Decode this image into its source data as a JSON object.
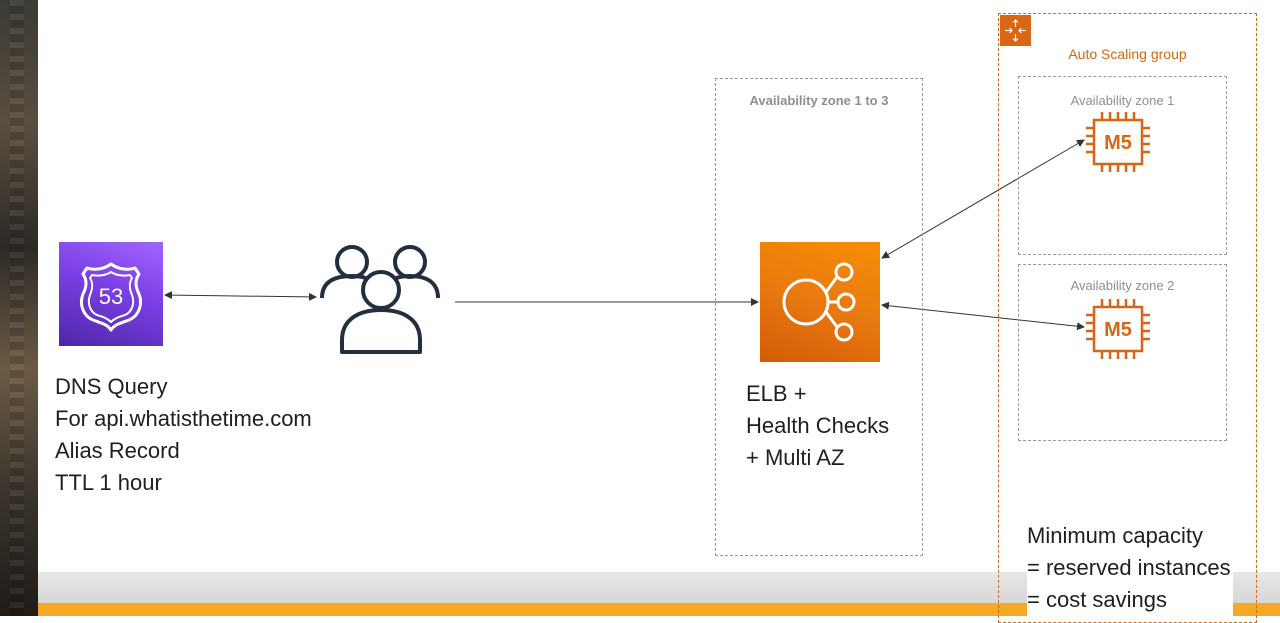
{
  "dns_box": {
    "lines": [
      "DNS Query",
      "For api.whatisthetime.com",
      "Alias Record",
      "TTL 1 hour"
    ]
  },
  "elb_box": {
    "lines": [
      "ELB +",
      "Health Checks",
      "+ Multi AZ"
    ]
  },
  "az_group": {
    "label": "Availability zone 1 to 3"
  },
  "auto_scaling": {
    "title": "Auto Scaling group",
    "zone1": {
      "label": "Availability zone 1",
      "instance": "M5"
    },
    "zone2": {
      "label": "Availability zone 2",
      "instance": "M5"
    },
    "note_lines": [
      "Minimum capacity",
      "= reserved instances",
      "= cost savings"
    ]
  },
  "route53_icon": {
    "label": "53"
  },
  "colors": {
    "route53": "#7b3fe4",
    "elb": "#e97a10",
    "aws_orange": "#d86613",
    "bottom_band": "#f7a823"
  },
  "icons": [
    "route53-icon",
    "users-icon",
    "elb-icon",
    "ec2-m5-icon",
    "auto-scaling-icon"
  ]
}
